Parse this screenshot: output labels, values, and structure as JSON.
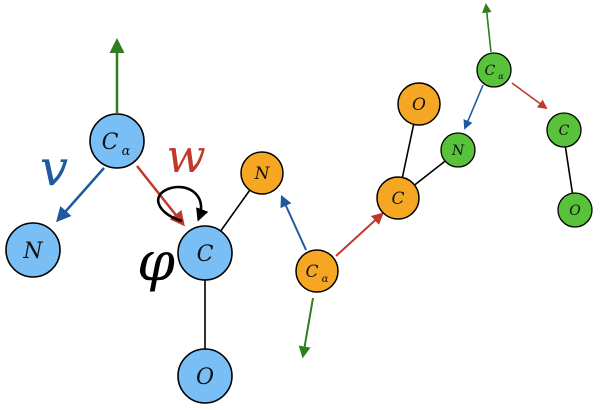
{
  "colors": {
    "blue_atom": "#79bff5",
    "orange_atom": "#f5a623",
    "green_atom": "#57c23a",
    "outline": "#000000",
    "bond": "#000000",
    "vec_up": "#2f7f1f",
    "vec_n": "#1f5a9e",
    "vec_c": "#c0392b"
  },
  "labels": {
    "N": "N",
    "C": "C",
    "O": "O",
    "Ca_main": "C",
    "Ca_sub": "α",
    "v": "v",
    "w": "w",
    "phi": "φ"
  }
}
